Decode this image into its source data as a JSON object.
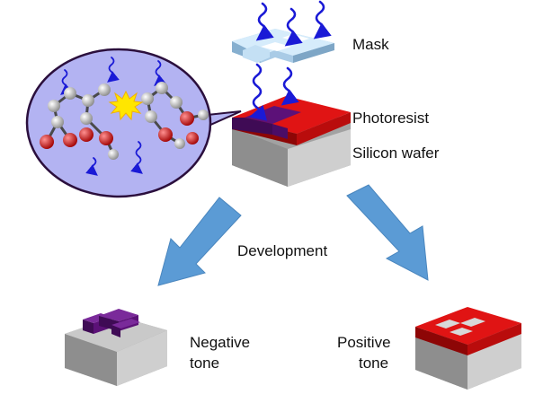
{
  "labels": {
    "mask": "Mask",
    "photoresist": "Photoresist",
    "silicon_wafer": "Silicon wafer",
    "development": "Development",
    "negative_line1": "Negative",
    "negative_line2": "tone",
    "positive_line1": "Positive",
    "positive_line2": "tone"
  },
  "colors": {
    "uv_light": "#1a1ad6",
    "resist_unexposed": "#d10a0a",
    "resist_exposed": "#5c1178",
    "mask": "#bcdcf2",
    "wafer_top": "#c9c9c9",
    "wafer_front": "#a2a2a2",
    "wafer_side": "#7f7f7f",
    "zoom_bubble": "#b3b3f2",
    "development_arrow": "#5b9bd5",
    "carbon_atom": "#c8c8c8",
    "oxygen_atom": "#d40000",
    "burst": "#ffe600"
  },
  "icons": {
    "uv": "wavy-arrow-icon",
    "reaction": "starburst-icon",
    "development": "block-arrow-icon"
  }
}
